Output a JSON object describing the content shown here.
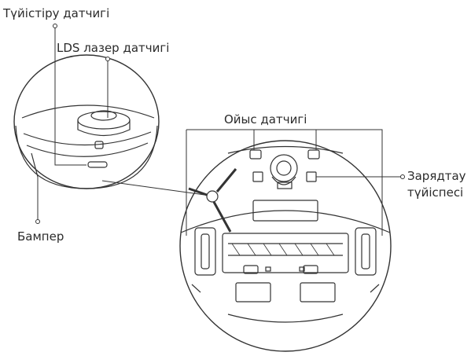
{
  "labels": {
    "bumper_sensor": "Түйістіру датчигі",
    "lds_sensor": "LDS лазер датчигі",
    "cliff_sensor": "Ойыс датчигі",
    "charging_contacts_line1": "Зарядтау",
    "charging_contacts_line2": "түйіспесі",
    "bumper": "Бампер"
  },
  "colors": {
    "stroke": "#333333",
    "text": "#2b2b2b"
  }
}
